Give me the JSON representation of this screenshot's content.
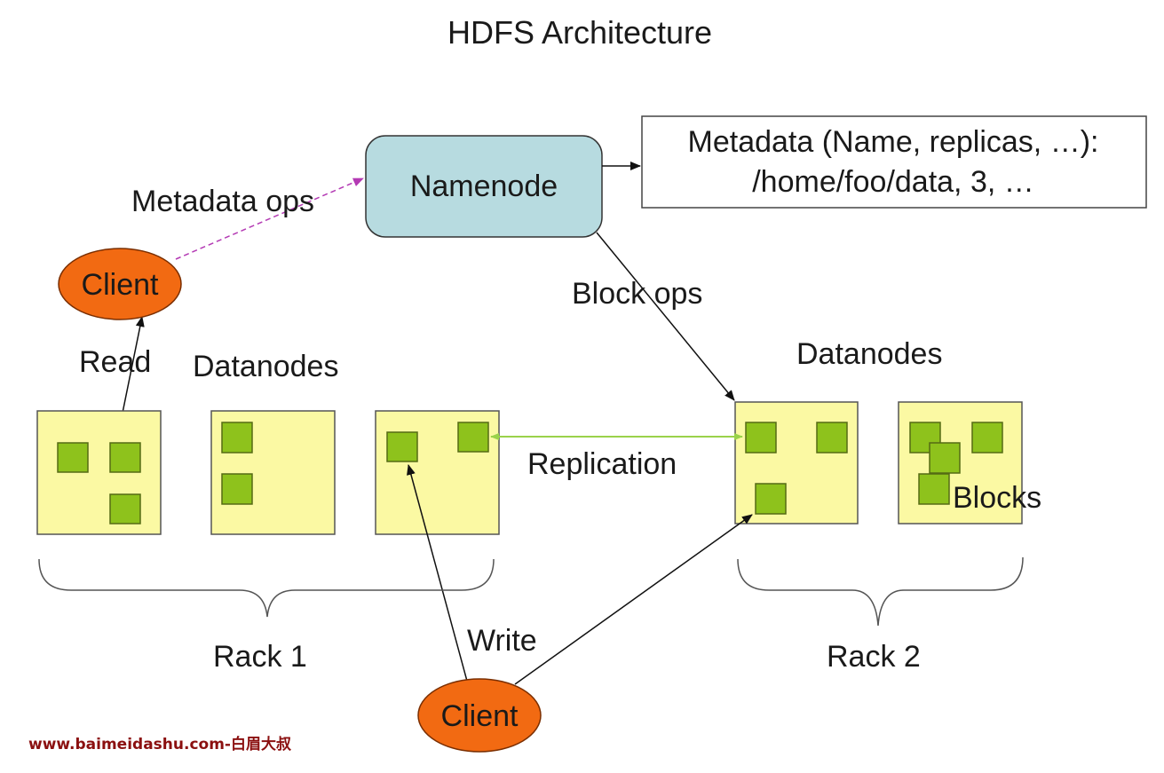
{
  "title": "HDFS Architecture",
  "namenode": {
    "label": "Namenode",
    "fill": "#b7dbe0"
  },
  "metadata": {
    "line1": "Metadata (Name, replicas, …):",
    "line2": "/home/foo/data, 3, …"
  },
  "labels": {
    "metadata_ops": "Metadata ops",
    "block_ops": "Block ops",
    "read": "Read",
    "write": "Write",
    "replication": "Replication",
    "blocks": "Blocks",
    "datanodes_left": "Datanodes",
    "datanodes_right": "Datanodes",
    "rack1": "Rack 1",
    "rack2": "Rack 2"
  },
  "clients": {
    "top": "Client",
    "bottom": "Client",
    "fill": "#f26a12"
  },
  "colors": {
    "datanode_fill": "#fbf9a3",
    "block_fill": "#8ec21c",
    "replication_line": "#9ad24a",
    "metadata_ops_line": "#b43ab4"
  },
  "watermark": "www.baimeidashu.com-白眉大叔"
}
